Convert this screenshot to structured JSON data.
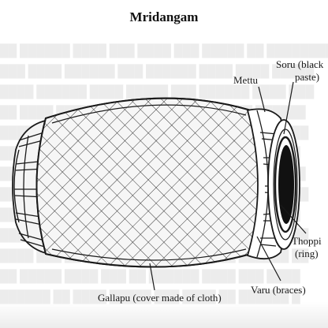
{
  "title": "Mridangam",
  "labels": {
    "mettu": "Mettu",
    "soru_line1": "Soru (black",
    "soru_line2": "paste)",
    "thoppi_line1": "Thoppi",
    "thoppi_line2": "(ring)",
    "varu": "Varu (braces)",
    "gallapu": "Gallapu (cover made of cloth)"
  },
  "colors": {
    "ink": "#1a1a1a",
    "drum_fill": "#f4f4f4",
    "paste": "#111111"
  }
}
